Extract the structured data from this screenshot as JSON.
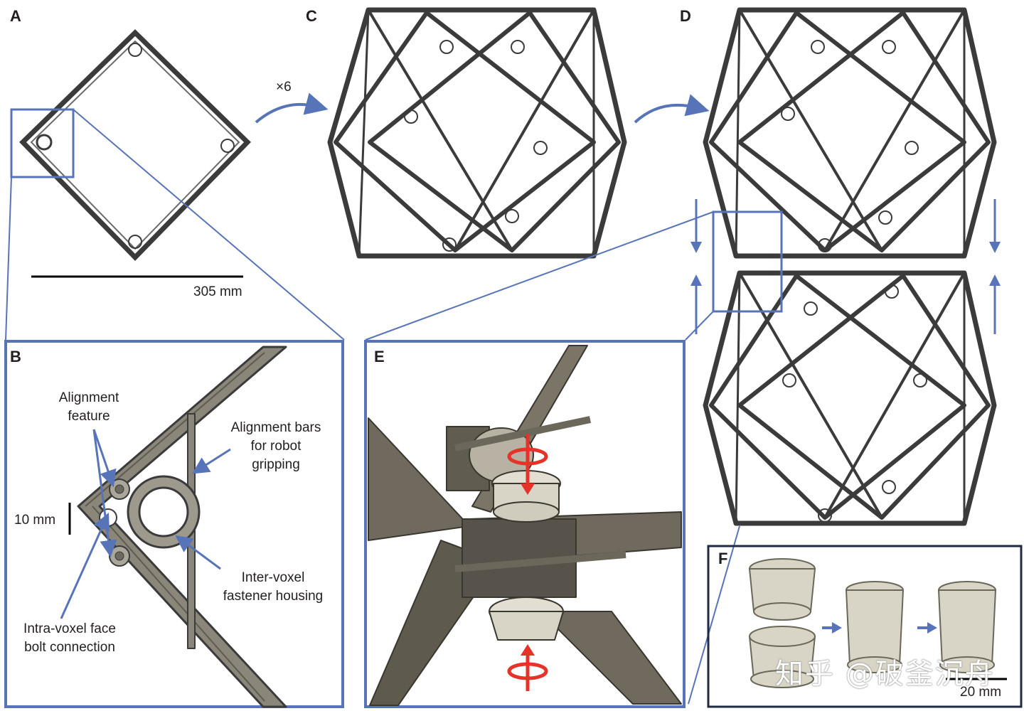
{
  "panels": {
    "a": "A",
    "b": "B",
    "c": "C",
    "d": "D",
    "e": "E",
    "f": "F"
  },
  "labels": {
    "multiplier": "×6",
    "scale_a": "305 mm",
    "scale_b": "10 mm",
    "scale_f": "20 mm",
    "alignment_feature": [
      "Alignment",
      "feature"
    ],
    "alignment_bars": [
      "Alignment bars",
      "for robot",
      "gripping"
    ],
    "fastener_housing": [
      "Inter-voxel",
      "fastener housing"
    ],
    "intra_voxel": [
      "Intra-voxel face",
      "bolt connection"
    ]
  },
  "watermark": "知乎 @破釜沉舟",
  "colors": {
    "frame": "#3b3b3b",
    "accent_blue": "#5874b8",
    "rotation_red": "#e5332a",
    "part_beige": "#d9d5c6",
    "panel_f_border": "#1f2a44"
  }
}
